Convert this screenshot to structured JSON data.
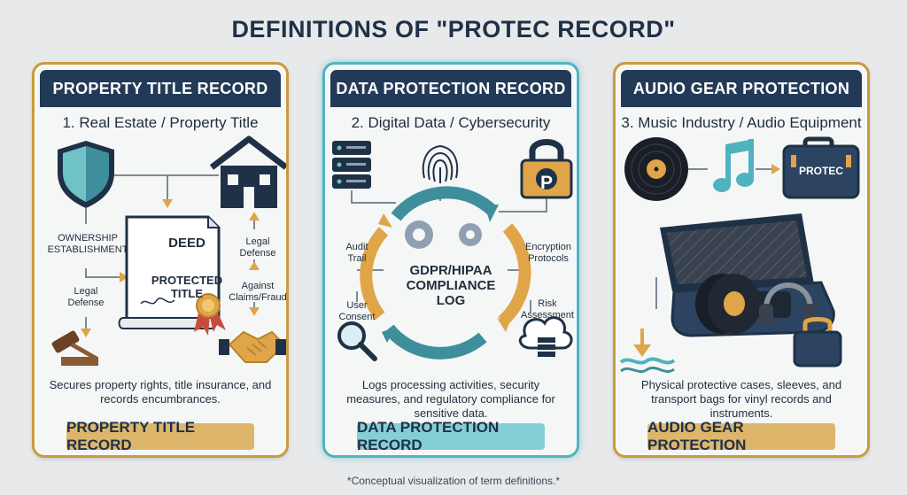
{
  "page": {
    "title": "DEFINITIONS OF \"PROTEC RECORD\"",
    "footnote": "*Conceptual visualization of term definitions.*"
  },
  "colors": {
    "navy": "#223a57",
    "gold": "#c99a3e",
    "teal": "#4fb3bf",
    "orange": "#e0a548",
    "background": "#e7e9eb"
  },
  "panels": [
    {
      "header": "PROPERTY TITLE RECORD",
      "subtitle": "1. Real Estate / Property Title",
      "icons": [
        "shield-icon",
        "house-icon",
        "deed-document-icon",
        "award-seal-icon",
        "gavel-icon",
        "handshake-icon"
      ],
      "document": {
        "line1": "DEED",
        "line2": "PROTECTED",
        "line3": "TITLE"
      },
      "labels": {
        "ownership": "OWNERSHIP\nESTABLISHMENT",
        "legal_defense_left": "Legal\nDefense",
        "legal_defense_right": "Legal\nDefense",
        "against_claims": "Against\nClaims/Fraud"
      },
      "description": "Secures property rights, title insurance, and records encumbrances.",
      "footer": "PROPERTY TITLE RECORD"
    },
    {
      "header": "DATA PROTECTION RECORD",
      "subtitle": "2. Digital Data / Cybersecurity",
      "icons": [
        "server-icon",
        "fingerprint-icon",
        "padlock-icon",
        "gear-icon",
        "magnifier-icon",
        "cloud-server-icon"
      ],
      "cycle": {
        "line1": "GDPR/HIPAA",
        "line2": "COMPLIANCE",
        "line3": "LOG"
      },
      "padlock_letter": "P",
      "labels": {
        "audit_trail": "Audit\nTrail",
        "encryption": "Encryption\nProtocols",
        "user_consent": "User\nConsent",
        "risk": "Risk\nAssessment"
      },
      "description": "Logs processing activities, security measures, and regulatory compliance for sensitive data.",
      "footer": "DATA PROTECTION RECORD"
    },
    {
      "header": "AUDIO GEAR PROTECTION",
      "subtitle": "3. Music Industry / Audio Equipment",
      "icons": [
        "vinyl-record-icon",
        "music-note-icon",
        "hard-case-icon",
        "open-case-icon",
        "headphones-icon",
        "water-resistant-icon",
        "carry-bag-icon"
      ],
      "case_label": "PROTEC",
      "description": "Physical protective cases, sleeves, and transport bags for vinyl records and instruments.",
      "footer": "AUDIO GEAR PROTECTION"
    }
  ]
}
